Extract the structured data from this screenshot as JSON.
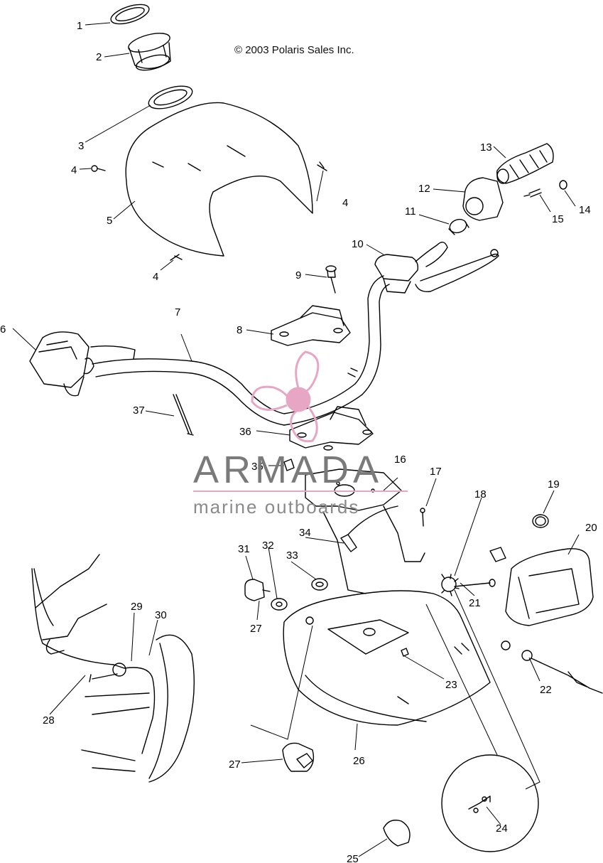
{
  "copyright": "© 2003 Polaris Sales Inc.",
  "watermark": {
    "title": "ARMADA",
    "subtitle": "marine outboards"
  },
  "labels": [
    "1",
    "2",
    "3",
    "4",
    "5",
    "4",
    "4",
    "6",
    "7",
    "8",
    "9",
    "10",
    "11",
    "12",
    "13",
    "14",
    "15",
    "16",
    "17",
    "18",
    "19",
    "20",
    "21",
    "22",
    "23",
    "24",
    "25",
    "26",
    "27",
    "27",
    "28",
    "29",
    "30",
    "31",
    "32",
    "33",
    "34",
    "35",
    "36",
    "37"
  ],
  "colors": {
    "line": "#000000",
    "watermark_accent": "#e7a6c4",
    "watermark_text": "#7a7a7a"
  }
}
